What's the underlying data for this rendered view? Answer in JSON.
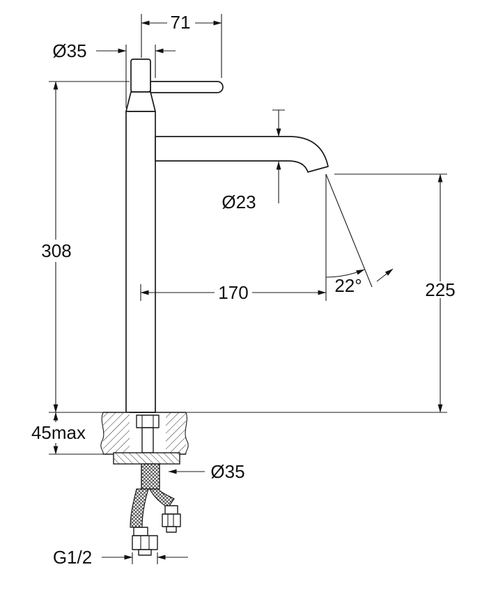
{
  "page": {
    "background": "#ffffff",
    "line_color": "#1a1a1a"
  },
  "drawing": {
    "labels": {
      "handle_length": "71",
      "body_diameter": "Ø35",
      "spout_diameter": "Ø23",
      "body_height": "308",
      "spout_reach": "170",
      "stream_angle": "22°",
      "spout_height": "225",
      "deck_thickness": "45max",
      "shank_hole_diameter": "Ø35",
      "thread_size": "G1/2"
    }
  }
}
